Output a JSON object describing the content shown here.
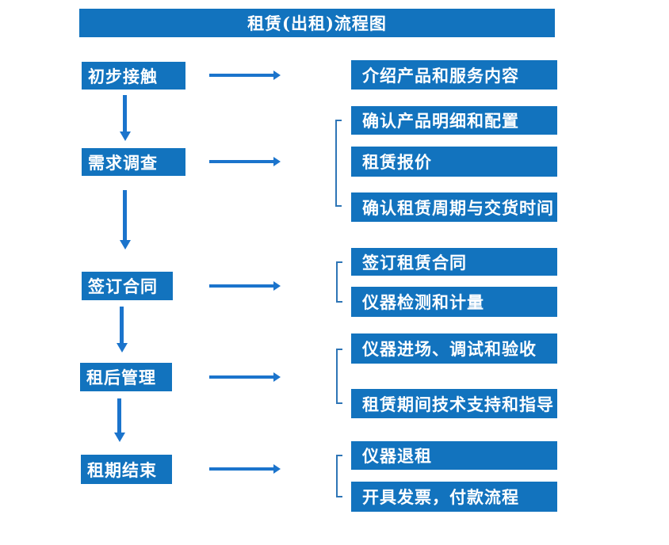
{
  "title": "租赁(出租)流程图",
  "colors": {
    "box_fill": "#1273BE",
    "arrow": "#1B74CC",
    "bracket": "#2E75B6",
    "text": "#FFFFFF",
    "background": "#FFFFFF"
  },
  "stages": [
    {
      "label": "初步接触",
      "outputs": [
        "介绍产品和服务内容"
      ]
    },
    {
      "label": "需求调查",
      "outputs": [
        "确认产品明细和配置",
        "租赁报价",
        "确认租赁周期与交货时间"
      ]
    },
    {
      "label": "签订合同",
      "outputs": [
        "签订租赁合同",
        "仪器检测和计量"
      ]
    },
    {
      "label": "租后管理",
      "outputs": [
        "仪器进场、调试和验收",
        "租赁期间技术支持和指导"
      ]
    },
    {
      "label": "租期结束",
      "outputs": [
        "仪器退租",
        "开具发票，付款流程"
      ]
    }
  ]
}
